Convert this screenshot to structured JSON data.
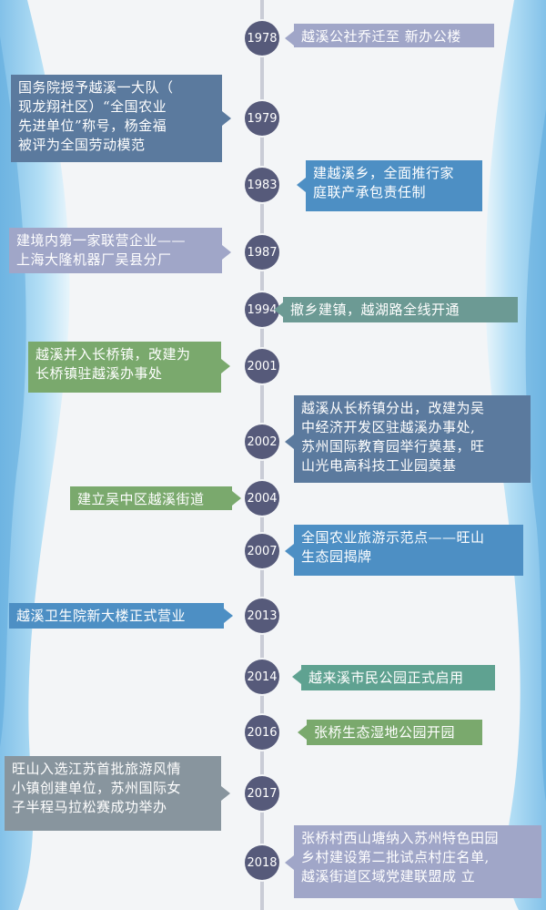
{
  "colors": {
    "slate": "#5b7a9e",
    "lavender": "#a0a6c8",
    "sky": "#4d8fc4",
    "teal": "#6c9a94",
    "sage": "#7aa96d",
    "greenblue": "#5fa291",
    "grey": "#88959e",
    "node": "#565a7a"
  },
  "events": [
    {
      "year": "1978",
      "side": "right",
      "color": "lavender",
      "lines": [
        "越溪公社乔迁至 新办公楼"
      ]
    },
    {
      "year": "1979",
      "side": "left",
      "color": "slate",
      "lines": [
        "国务院授予越溪一大队（",
        "现龙翔社区）“全国农业",
        "先进单位”称号，杨金福",
        "被评为全国劳动模范"
      ]
    },
    {
      "year": "1983",
      "side": "right",
      "color": "sky",
      "lines": [
        "建越溪乡，全面推行家",
        "庭联产承包责任制"
      ]
    },
    {
      "year": "1987",
      "side": "left",
      "color": "lavender",
      "lines": [
        "建境内第一家联营企业——",
        "上海大隆机器厂吴县分厂"
      ]
    },
    {
      "year": "1994",
      "side": "right",
      "color": "teal",
      "lines": [
        "撤乡建镇，越湖路全线开通"
      ]
    },
    {
      "year": "2001",
      "side": "left",
      "color": "sage",
      "lines": [
        "越溪并入长桥镇，改建为",
        "长桥镇驻越溪办事处"
      ]
    },
    {
      "year": "2002",
      "side": "right",
      "color": "slate",
      "lines": [
        "越溪从长桥镇分出，改建为吴",
        "中经济开发区驻越溪办事处,",
        "苏州国际教育园举行奠基，旺",
        "山光电高科技工业园奠基"
      ]
    },
    {
      "year": "2004",
      "side": "left",
      "color": "sage",
      "lines": [
        "建立吴中区越溪街道"
      ]
    },
    {
      "year": "2007",
      "side": "right",
      "color": "sky",
      "lines": [
        "全国农业旅游示范点——旺山",
        "生态园揭牌"
      ]
    },
    {
      "year": "2013",
      "side": "left",
      "color": "sky",
      "lines": [
        "越溪卫生院新大楼正式营业"
      ]
    },
    {
      "year": "2014",
      "side": "right",
      "color": "greenblue",
      "lines": [
        "越来溪市民公园正式启用"
      ]
    },
    {
      "year": "2016",
      "side": "right",
      "color": "sage",
      "lines": [
        "张桥生态湿地公园开园"
      ]
    },
    {
      "year": "2017",
      "side": "left",
      "color": "grey",
      "lines": [
        "旺山入选江苏首批旅游风情",
        "小镇创建单位，苏州国际女",
        "子半程马拉松赛成功举办"
      ]
    },
    {
      "year": "2018",
      "side": "right",
      "color": "lavender",
      "lines": [
        "张桥村西山塘纳入苏州特色田园",
        "乡村建设第二批试点村庄名单,",
        "越溪街道区域党建联盟成 立"
      ]
    }
  ]
}
